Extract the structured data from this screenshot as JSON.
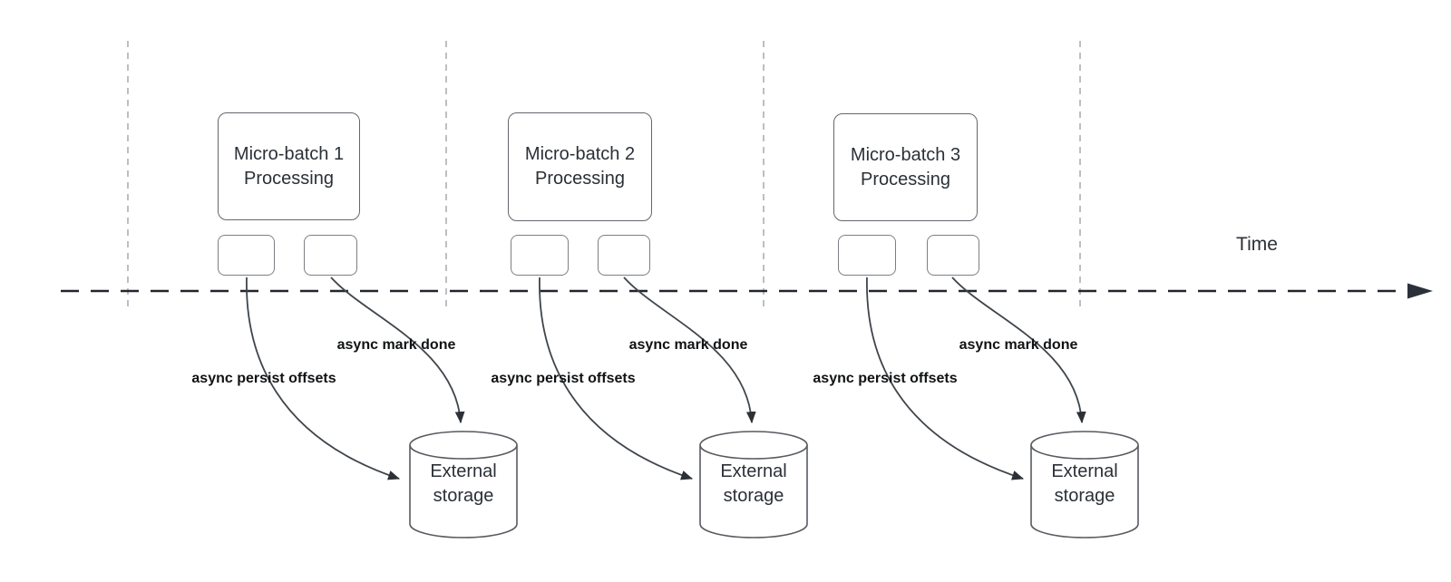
{
  "time_label": "Time",
  "colors": {
    "timeline_stroke": "#22262c",
    "gridline_stroke": "#a6aaaf",
    "connector_stroke": "#3f454c",
    "shape_border": "#63676d",
    "text": "#2b3037",
    "label_text": "#101214"
  },
  "groups": [
    {
      "title_line1": "Micro-batch 1",
      "title_line2": "Processing",
      "persist_label": "async persist offsets",
      "mark_done_label": "async mark done",
      "storage_line1": "External",
      "storage_line2": "storage"
    },
    {
      "title_line1": "Micro-batch 2",
      "title_line2": "Processing",
      "persist_label": "async persist offsets",
      "mark_done_label": "async mark done",
      "storage_line1": "External",
      "storage_line2": "storage"
    },
    {
      "title_line1": "Micro-batch 3",
      "title_line2": "Processing",
      "persist_label": "async persist offsets",
      "mark_done_label": "async mark done",
      "storage_line1": "External",
      "storage_line2": "storage"
    }
  ]
}
